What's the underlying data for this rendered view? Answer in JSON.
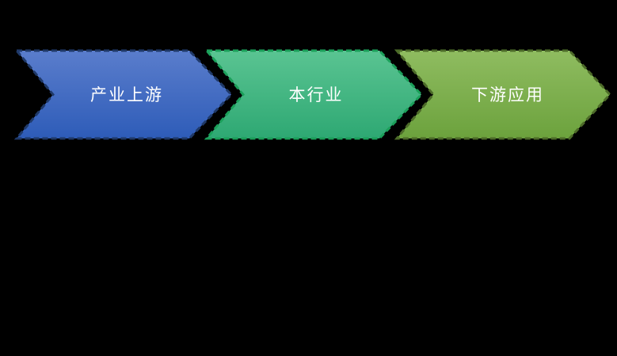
{
  "background_color": "#000000",
  "diagram": {
    "type": "process-chevron-flow",
    "direction": "left-to-right",
    "stages": [
      {
        "label": "产业上游",
        "fill_top": "#5A7DCC",
        "fill_bottom": "#2E5CB8",
        "border_color": "#1F3969",
        "border_style": "dashed",
        "text_color": "#FFFFFF"
      },
      {
        "label": "本行业",
        "fill_top": "#5AC492",
        "fill_bottom": "#2EA873",
        "border_color": "#1BA05A",
        "border_style": "dashed",
        "text_color": "#FFFFFF"
      },
      {
        "label": "下游应用",
        "fill_top": "#8FBC60",
        "fill_bottom": "#6CA23D",
        "border_color": "#4D6B29",
        "border_style": "dashed",
        "text_color": "#FFFFFF"
      }
    ]
  }
}
